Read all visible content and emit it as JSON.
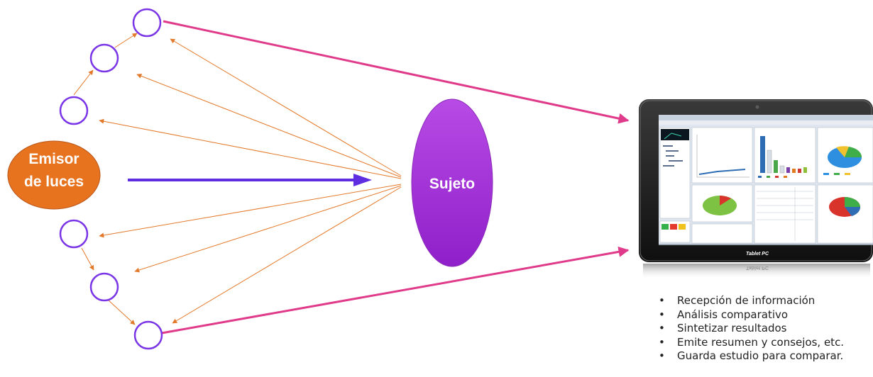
{
  "emitter": {
    "label_line1": "Emisor",
    "label_line2": "de luces"
  },
  "subject": {
    "label": "Sujeto"
  },
  "tablet": {
    "caption": "Tablet PC",
    "reflection": "Tablet PC"
  },
  "features": [
    "Recepción de información",
    "Análisis comparativo",
    "Sintetizar resultados",
    "Emite resumen y consejos, etc.",
    "Guarda estudio para comparar."
  ],
  "bullet": "•",
  "colors": {
    "emitter_fill": "#e8731f",
    "subject_fill": "#a12fd8",
    "sensor_stroke": "#7a35e6",
    "reflection_arrow": "#e3792a",
    "main_arrow": "#5f2ee0",
    "tablet_link": "#e03a8a"
  }
}
